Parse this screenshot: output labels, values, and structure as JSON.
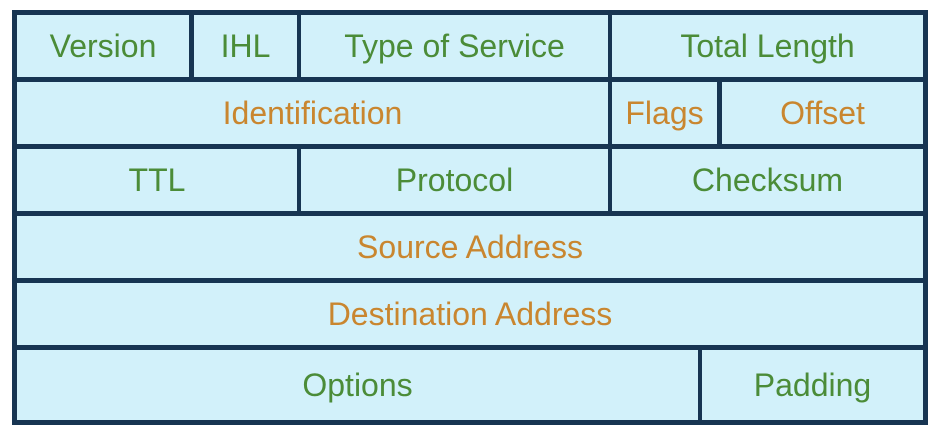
{
  "colors": {
    "border": "#173552",
    "cell_fill": "#d2f1fa",
    "green_text": "#4b8c38",
    "orange_text": "#c9862f"
  },
  "rows": [
    [
      {
        "label": "Version",
        "color": "green"
      },
      {
        "label": "IHL",
        "color": "green"
      },
      {
        "label": "Type of Service",
        "color": "green"
      },
      {
        "label": "Total Length",
        "color": "green"
      }
    ],
    [
      {
        "label": "Identification",
        "color": "orange"
      },
      {
        "label": "Flags",
        "color": "orange"
      },
      {
        "label": "Offset",
        "color": "orange"
      }
    ],
    [
      {
        "label": "TTL",
        "color": "green"
      },
      {
        "label": "Protocol",
        "color": "green"
      },
      {
        "label": "Checksum",
        "color": "green"
      }
    ],
    [
      {
        "label": "Source Address",
        "color": "orange"
      }
    ],
    [
      {
        "label": "Destination Address",
        "color": "orange"
      }
    ],
    [
      {
        "label": "Options",
        "color": "green"
      },
      {
        "label": "Padding",
        "color": "green"
      }
    ]
  ]
}
